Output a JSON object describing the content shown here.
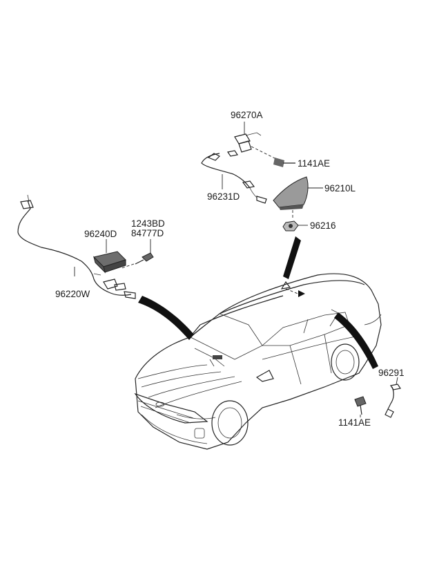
{
  "labels": {
    "p96270A": "96270A",
    "p1141AE_top": "1141AE",
    "p96231D": "96231D",
    "p96210L": "96210L",
    "p96216": "96216",
    "p1243BD": "1243BD",
    "p84777D": "84777D",
    "p96240D": "96240D",
    "p96220W": "96220W",
    "p96291": "96291",
    "p1141AE_bottom": "1141AE"
  },
  "colors": {
    "line": "#222222",
    "pointer": "#111111",
    "part_fill": "#bdbdbd",
    "part_fill_dark": "#6e6e6e"
  }
}
